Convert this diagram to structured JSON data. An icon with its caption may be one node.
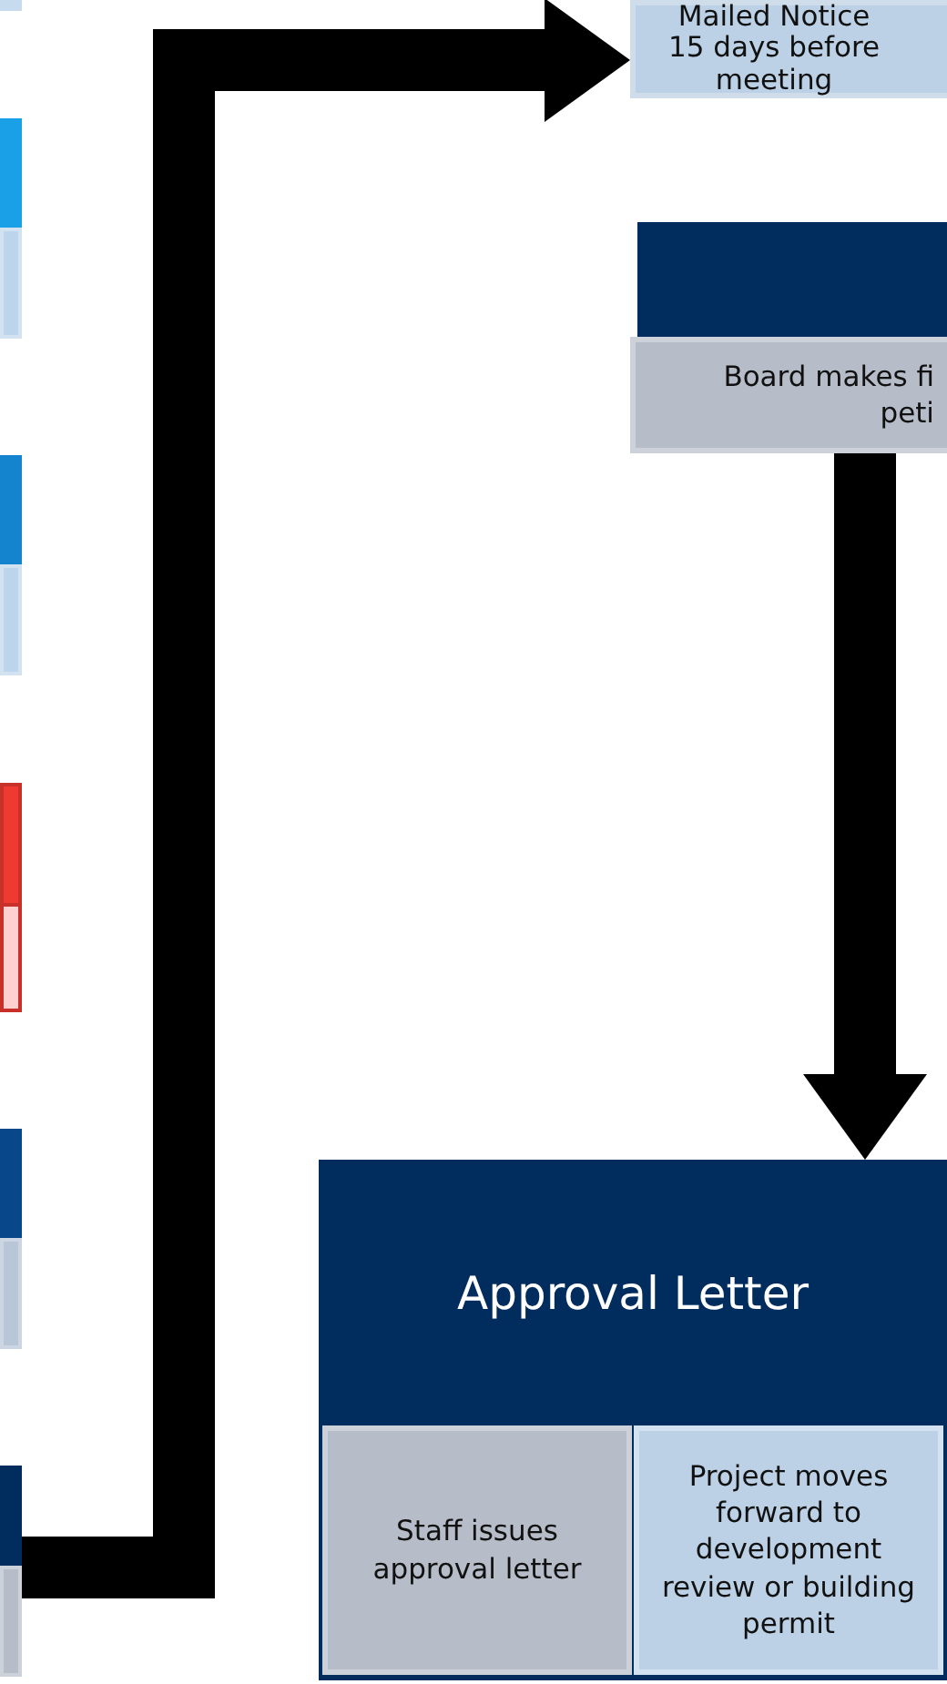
{
  "diagram": {
    "nodes": [
      {
        "text": [],
        "shape": "box"
      },
      {
        "text": [],
        "shape": "box"
      },
      {
        "text": [],
        "shape": "box"
      },
      {
        "text": [],
        "shape": "box"
      },
      {
        "text": [],
        "shape": "box"
      },
      {
        "text": [],
        "shape": "box"
      },
      {
        "text": [
          "Mailed Notice 15 days before meeting"
        ]
      },
      {
        "text": [
          "Board makes fi peti"
        ]
      },
      {
        "text": [
          "Approval Letter"
        ]
      },
      {
        "text": [
          "Staff issues approval letter"
        ],
        "in": 8
      },
      {
        "text": [
          "Project moves forward to development review or building permit"
        ],
        "in": 8
      }
    ],
    "edges": [
      {
        "from": 5,
        "to": 6,
        "arrow": "to"
      },
      {
        "from": 7,
        "to": 8,
        "arrow": "to"
      }
    ]
  }
}
